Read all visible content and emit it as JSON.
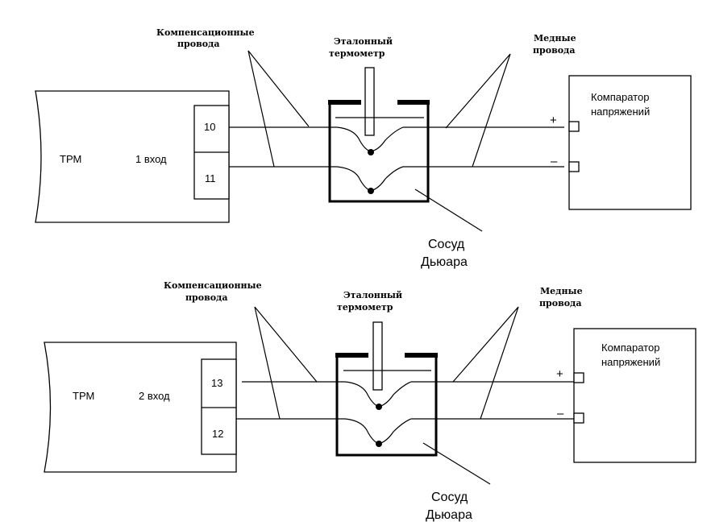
{
  "colors": {
    "ink": "#000000",
    "background": "#ffffff"
  },
  "diagrams": [
    {
      "device_label": "ТРМ",
      "input_label": "1 вход",
      "terminal_top": "10",
      "terminal_bottom": "11",
      "comp_wires_line1": "Компенсационные",
      "comp_wires_line2": "провода",
      "ref_thermo_line1": "Эталонный",
      "ref_thermo_line2": "термометр",
      "copper_line1": "Медные",
      "copper_line2": "провода",
      "comparator_line1": "Компаратор",
      "comparator_line2": "напряжений",
      "plus": "+",
      "minus": "–",
      "dewar_line1": "Сосуд",
      "dewar_line2": "Дьюара"
    },
    {
      "device_label": "ТРМ",
      "input_label": "2 вход",
      "terminal_top": "13",
      "terminal_bottom": "12",
      "comp_wires_line1": "Компенсационные",
      "comp_wires_line2": "провода",
      "ref_thermo_line1": "Эталонный",
      "ref_thermo_line2": "термометр",
      "copper_line1": "Медные",
      "copper_line2": "провода",
      "comparator_line1": "Компаратор",
      "comparator_line2": "напряжений",
      "plus": "+",
      "minus": "–",
      "dewar_line1": "Сосуд",
      "dewar_line2": "Дьюара"
    }
  ]
}
